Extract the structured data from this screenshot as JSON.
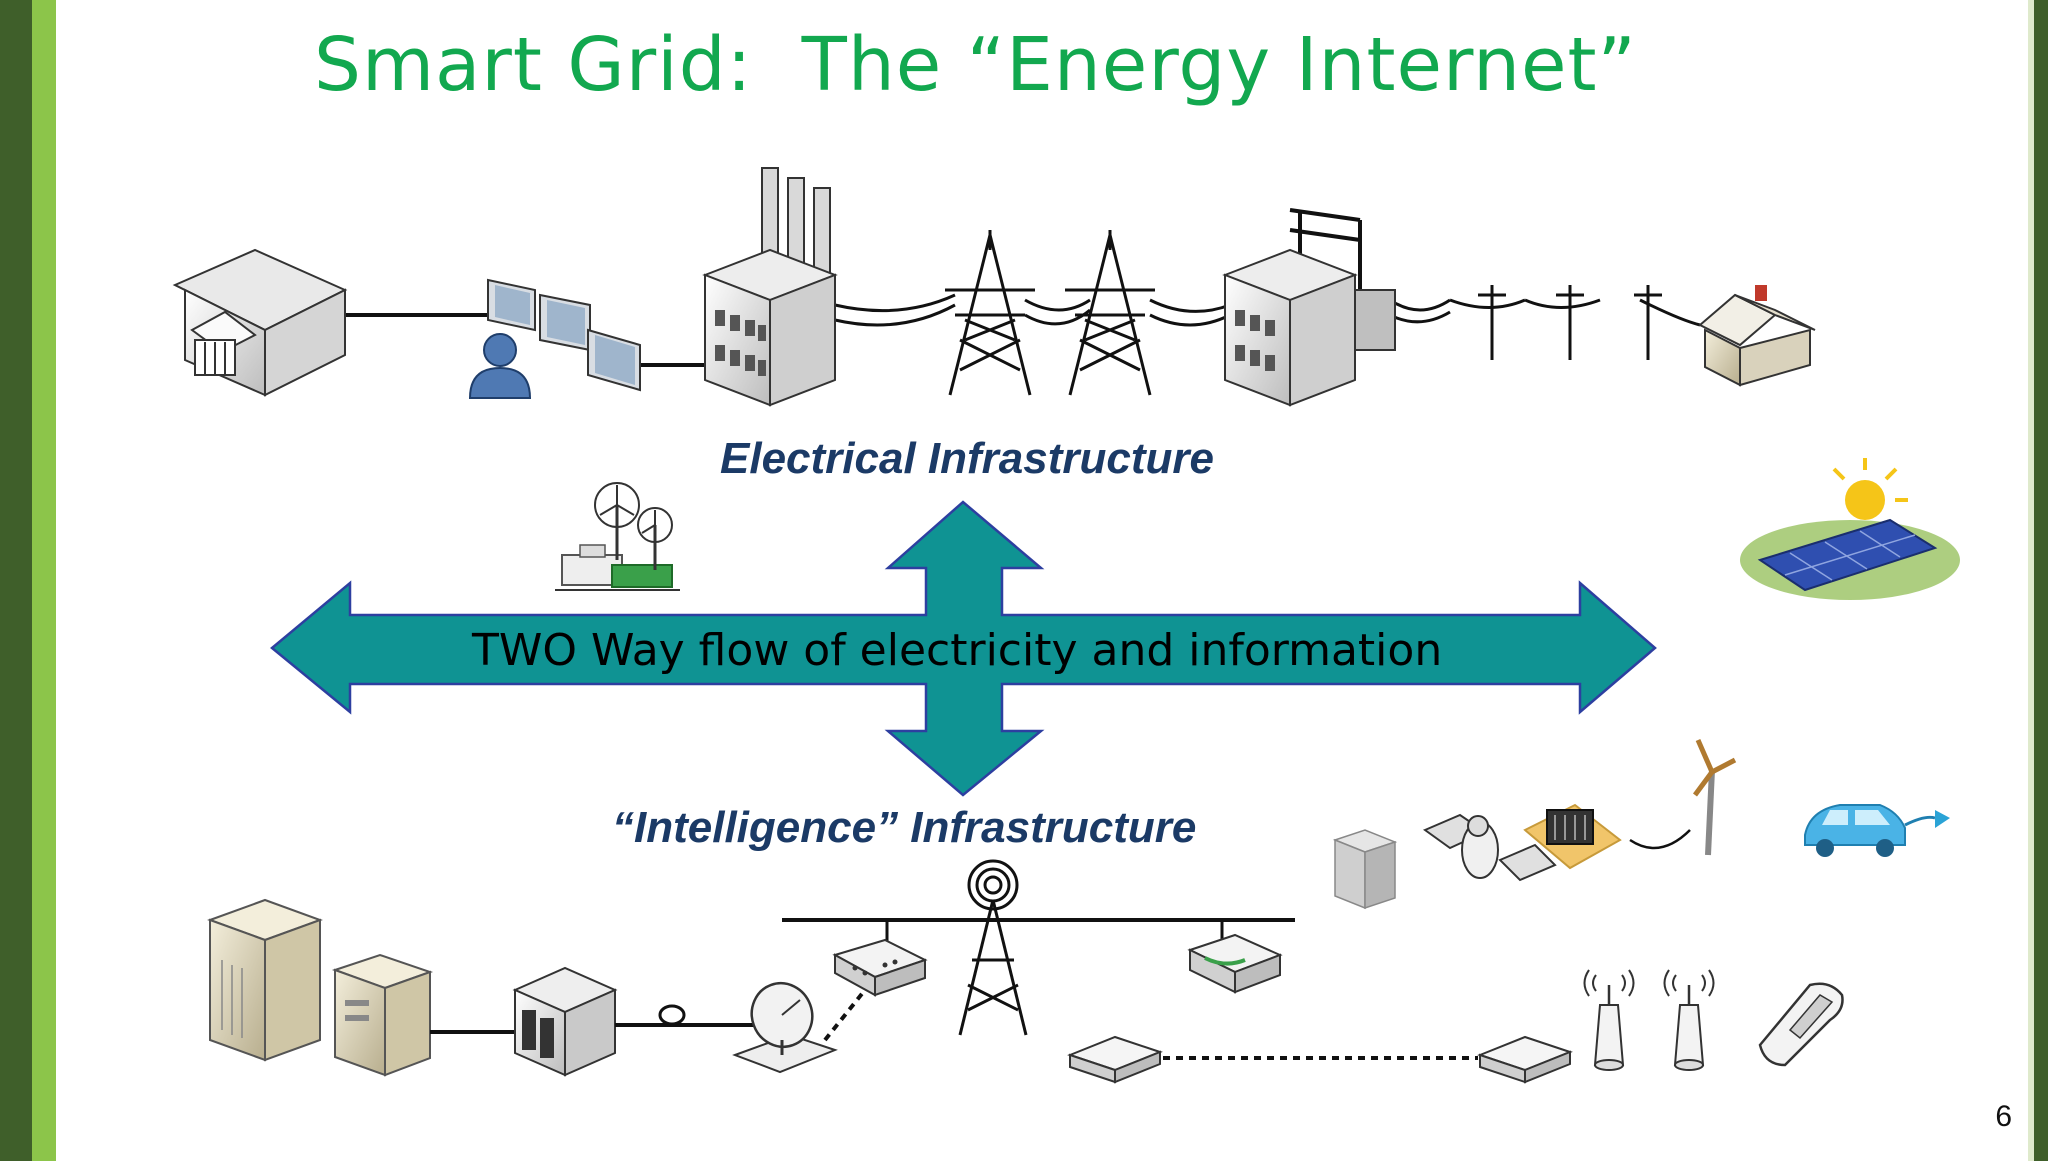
{
  "slide": {
    "title": "Smart Grid:  The “Energy Internet”",
    "page_number": "6"
  },
  "diagram": {
    "electrical_label": "Electrical Infrastructure",
    "intelligence_label": "“Intelligence” Infrastructure",
    "arrow_text": "TWO Way flow of electricity and information"
  },
  "colors": {
    "title_green": "#12a84f",
    "arrow_teal": "#0f9393",
    "label_navy": "#1b3a66",
    "bar_dark": "#3f5f2a",
    "bar_light": "#8cc54a"
  },
  "icons": [
    "bank-building-icon",
    "operator-workstation-icon",
    "power-plant-icon",
    "transmission-tower-icon",
    "substation-icon",
    "utility-pole-icon",
    "house-icon",
    "wind-farm-icon",
    "solar-panel-icon",
    "server-icon",
    "network-switch-icon",
    "satellite-dish-icon",
    "radio-tower-icon",
    "router-icon",
    "modem-icon",
    "wireless-antenna-icon",
    "mobile-phone-icon",
    "battery-storage-icon",
    "wind-turbine-icon",
    "electric-car-icon",
    "satellite-icon",
    "meter-cabinet-icon"
  ]
}
